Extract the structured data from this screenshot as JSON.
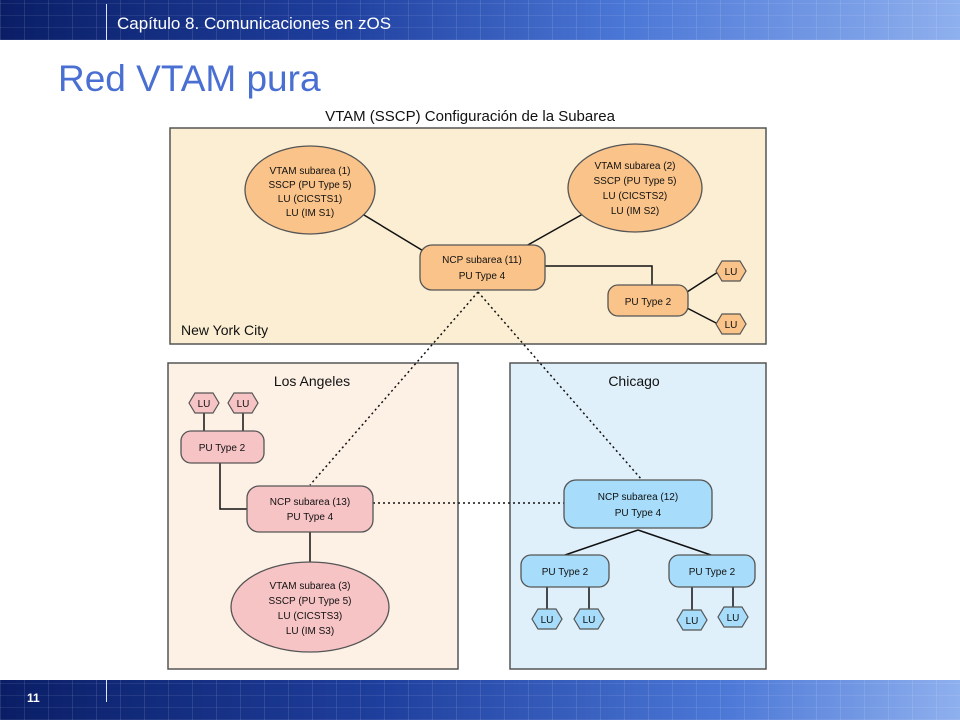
{
  "header": {
    "chapter": "Capítulo 8. Comunicaciones en zOS"
  },
  "slide": {
    "title": "Red VTAM pura",
    "page_number": "11"
  },
  "diagram": {
    "title": "VTAM (SSCP) Configuración de la Subarea",
    "regions": {
      "new_york": "New York City",
      "los_angeles": "Los Angeles",
      "chicago": "Chicago"
    },
    "nodes": {
      "vtam1": [
        "VTAM subarea (1)",
        "SSCP (PU Type 5)",
        "LU (CICSTS1)",
        "LU (IM S1)"
      ],
      "vtam2": [
        "VTAM subarea (2)",
        "SSCP (PU Type 5)",
        "LU (CICSTS2)",
        "LU (IM S2)"
      ],
      "ncp11": [
        "NCP subarea (11)",
        "PU Type 4"
      ],
      "ny_pu2": "PU Type 2",
      "ny_lu_a": "LU",
      "ny_lu_b": "LU",
      "la_lu_a": "LU",
      "la_lu_b": "LU",
      "la_pu2": "PU Type 2",
      "ncp13": [
        "NCP subarea (13)",
        "PU Type 4"
      ],
      "vtam3": [
        "VTAM subarea (3)",
        "SSCP (PU Type 5)",
        "LU (CICSTS3)",
        "LU (IM S3)"
      ],
      "ncp12": [
        "NCP subarea (12)",
        "PU Type 4"
      ],
      "chi_pu2_left": "PU Type 2",
      "chi_pu2_right": "PU Type 2",
      "chi_lu_1": "LU",
      "chi_lu_2": "LU",
      "chi_lu_3": "LU",
      "chi_lu_4": "LU"
    },
    "colors": {
      "new_york_bg": "#fbeed3",
      "los_angeles_bg": "#fdf1e6",
      "chicago_bg": "#dff0fb",
      "orange_node": "#f9c389",
      "pink_node": "#f7c4c6",
      "blue_node": "#a7dcfa"
    }
  }
}
